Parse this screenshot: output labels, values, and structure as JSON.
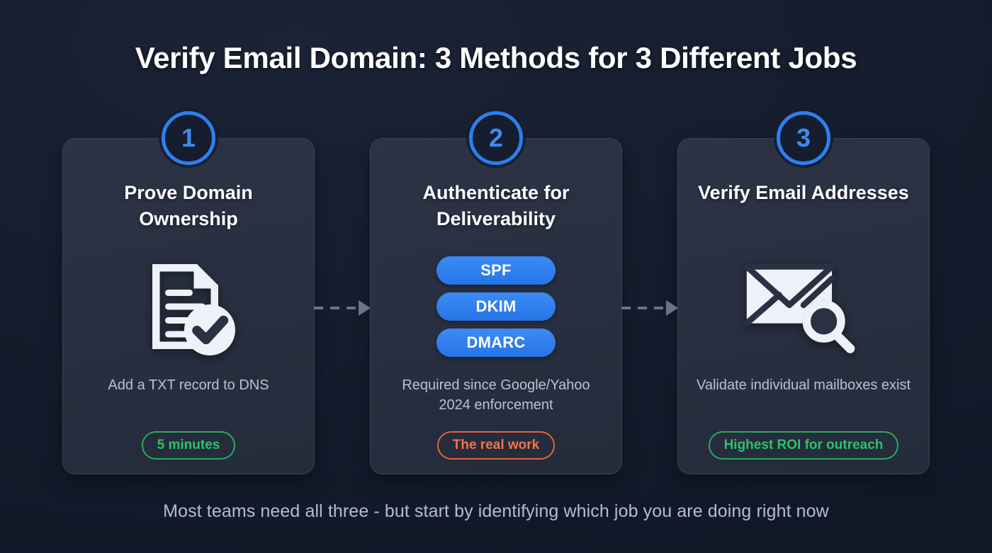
{
  "title": "Verify Email Domain: 3 Methods for 3 Different Jobs",
  "footer": "Most teams need all three - but start by identifying which job you are doing right now",
  "colors": {
    "background": "#161d2e",
    "card": "#2a3142",
    "accent_blue": "#2d7ff0",
    "pill_blue": "#2f7ff0",
    "tag_green": "#2fc16b",
    "tag_orange": "#f0764a",
    "arrow_gray": "#69738c",
    "title_white": "#ffffff",
    "body_gray": "#b9c2d4"
  },
  "steps": [
    {
      "number": "1",
      "title": "Prove Domain Ownership",
      "icon": "document-check-icon",
      "description": "Add a TXT record to DNS",
      "tag": "5 minutes",
      "tag_color": "green"
    },
    {
      "number": "2",
      "title": "Authenticate for Deliverability",
      "icon": "pill-stack",
      "pills": [
        "SPF",
        "DKIM",
        "DMARC"
      ],
      "description": "Required since Google/Yahoo 2024 enforcement",
      "tag": "The real work",
      "tag_color": "orange"
    },
    {
      "number": "3",
      "title": "Verify Email Addresses",
      "icon": "envelope-search-icon",
      "description": "Validate individual mailboxes exist",
      "tag": "Highest ROI for outreach",
      "tag_color": "green"
    }
  ],
  "connectors": [
    {
      "name": "arrow-step1-to-step2",
      "style": "dashed-arrow-right"
    },
    {
      "name": "arrow-step2-to-step3",
      "style": "dashed-arrow-right"
    }
  ]
}
